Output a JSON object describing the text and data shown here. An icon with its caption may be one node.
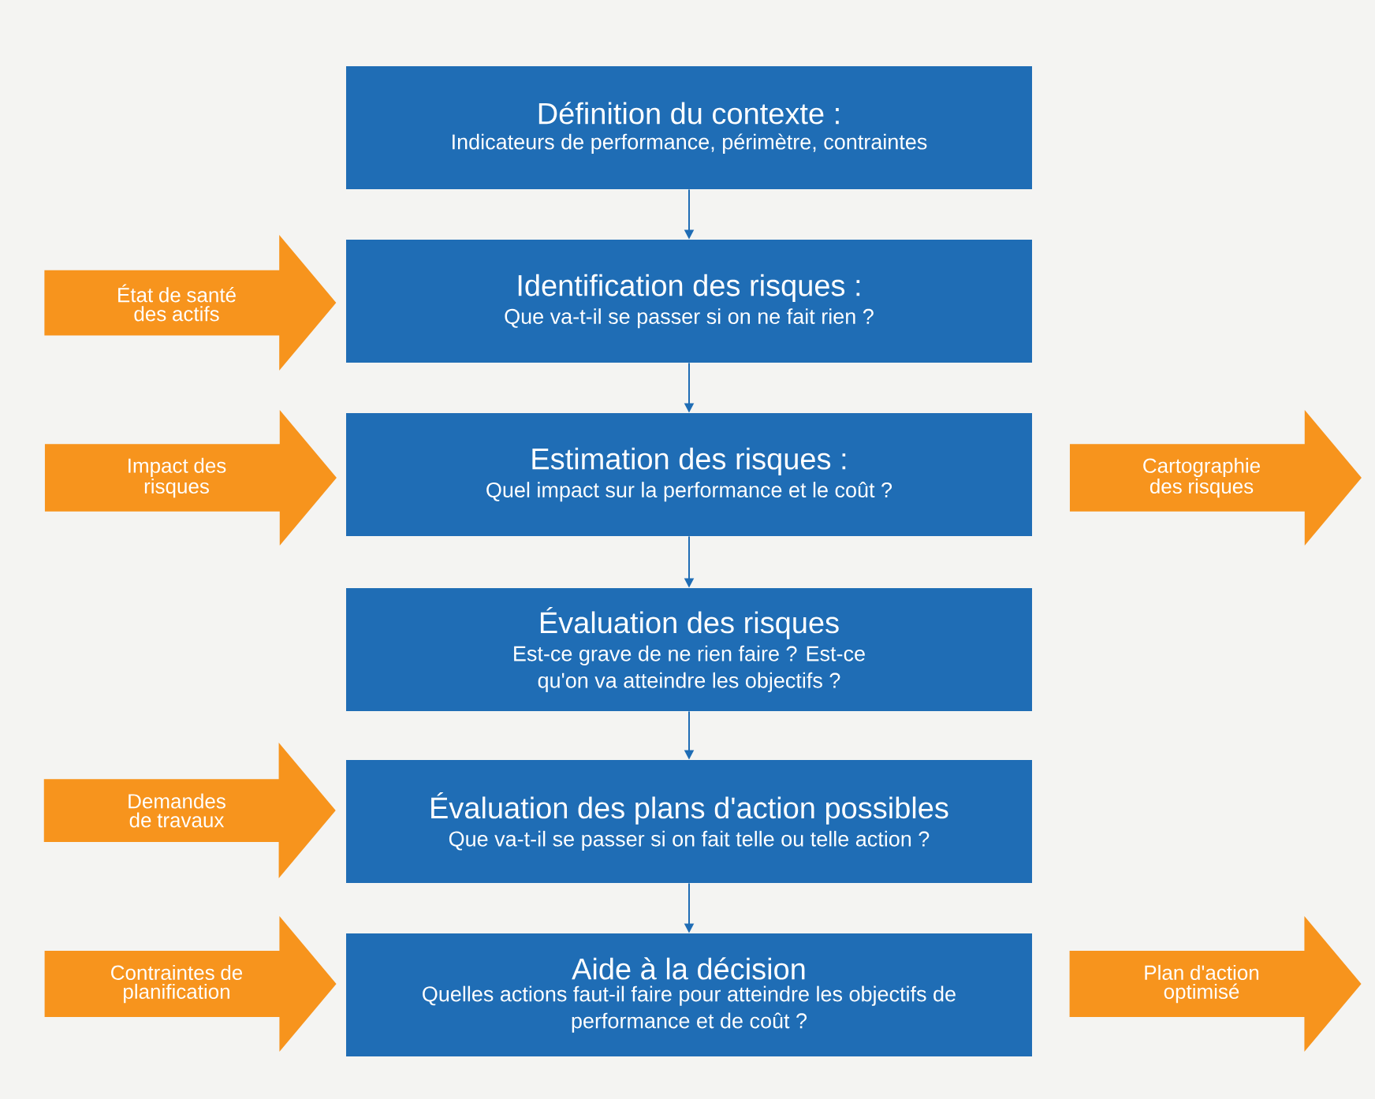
{
  "diagram": {
    "nodes": [
      {
        "text": [
          "Définition du contexte :",
          "Indicateurs de performance, périmètre, contraintes"
        ]
      },
      {
        "text": [
          "État de santé des actifs"
        ]
      },
      {
        "text": [
          "Identification des risques :",
          "Que va-t-il se passer si on ne fait rien ?"
        ]
      },
      {
        "text": [
          "Impact des risques"
        ]
      },
      {
        "text": [
          "Estimation des risques :",
          "Quel impact sur la performance et le coût ?"
        ]
      },
      {
        "text": [
          "Cartographie des risques"
        ]
      },
      {
        "text": [
          "Évaluation des risques",
          "Est-ce grave de ne rien faire ? Est-ce qu'on va atteindre les objectifs ?"
        ]
      },
      {
        "text": [
          "Demandes de travaux"
        ]
      },
      {
        "text": [
          "Évaluation des plans d'action possibles",
          "Que va-t-il se passer si on fait telle ou telle action ?"
        ]
      },
      {
        "text": [
          "Contraintes de planification"
        ]
      },
      {
        "text": [
          "Aide à la décision",
          "Quelles actions faut-il faire pour atteindre les objectifs de performance et de coût ?"
        ]
      },
      {
        "text": [
          "Plan d'action optimisé"
        ]
      }
    ],
    "edges": [
      {
        "from": 0,
        "to": 2,
        "arrow": "to"
      },
      {
        "from": 2,
        "to": 4,
        "arrow": "to"
      },
      {
        "from": 4,
        "to": 6,
        "arrow": "to"
      },
      {
        "from": 6,
        "to": 8,
        "arrow": "to"
      },
      {
        "from": 8,
        "to": 10,
        "arrow": "to"
      }
    ]
  }
}
